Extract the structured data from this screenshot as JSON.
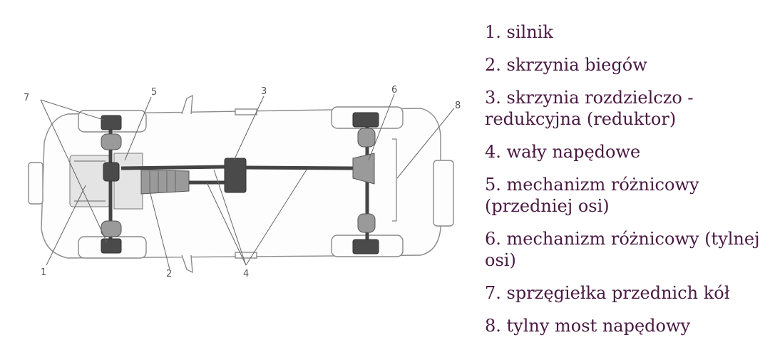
{
  "legend": [
    "1. silnik",
    "2. skrzynia biegów",
    "3. skrzynia rozdzielczo - redukcyjna (reduktor)",
    "4. wały napędowe",
    "5. mechanizm różnicowy (przedniej osi)",
    "6. mechanizm różnicowy (tylnej osi)",
    "7. sprzęgiełka przednich kół",
    "8. tylny most napędowy"
  ],
  "callouts": {
    "n1": "1",
    "n2": "2",
    "n3": "3",
    "n4": "4",
    "n5": "5",
    "n6": "6",
    "n7": "7",
    "n8": "8"
  }
}
